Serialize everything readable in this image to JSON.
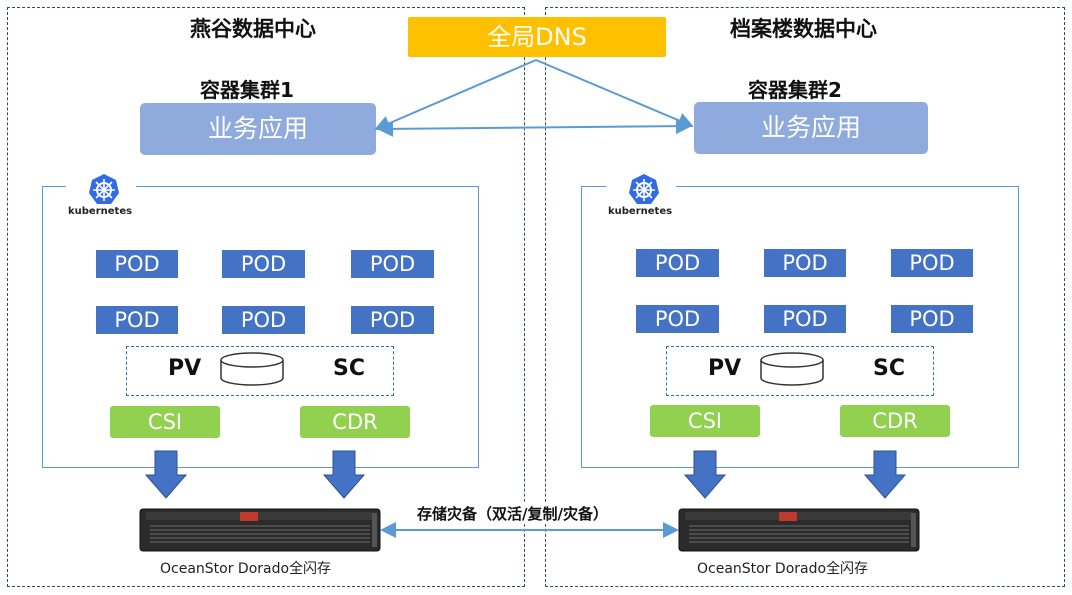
{
  "dns": {
    "label": "全局DNS"
  },
  "datacenters": [
    {
      "title": "燕谷数据中心",
      "cluster_label": "容器集群1",
      "app_label": "业务应用",
      "k8s_label": "kubernetes",
      "pods": [
        "POD",
        "POD",
        "POD",
        "POD",
        "POD",
        "POD"
      ],
      "pv": "PV",
      "sc": "SC",
      "csi": "CSI",
      "cdr": "CDR",
      "storage_caption": "OceanStor Dorado全闪存"
    },
    {
      "title": "档案楼数据中心",
      "cluster_label": "容器集群2",
      "app_label": "业务应用",
      "k8s_label": "kubernetes",
      "pods": [
        "POD",
        "POD",
        "POD",
        "POD",
        "POD",
        "POD"
      ],
      "pv": "PV",
      "sc": "SC",
      "csi": "CSI",
      "cdr": "CDR",
      "storage_caption": "OceanStor Dorado全闪存"
    }
  ],
  "replication": {
    "label": "存储灾备（双活/复制/灾备）"
  },
  "colors": {
    "dns": "#ffc000",
    "app": "#8faadc",
    "pod": "#4472c4",
    "green": "#92d050",
    "frame": "#5b9bd5",
    "arrow": "#4472c4",
    "link": "#5b9bd5"
  }
}
